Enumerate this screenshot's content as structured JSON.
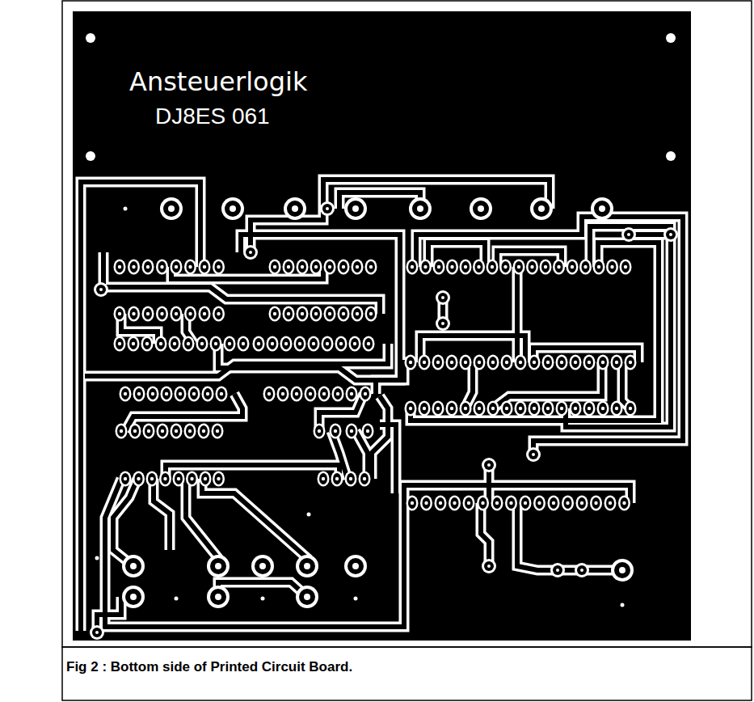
{
  "diagram": {
    "caption": "Fig 2 : Bottom side of Printed Circuit Board.",
    "labels": [
      "Ansteuerlogik",
      "DJ8ES 061"
    ]
  }
}
